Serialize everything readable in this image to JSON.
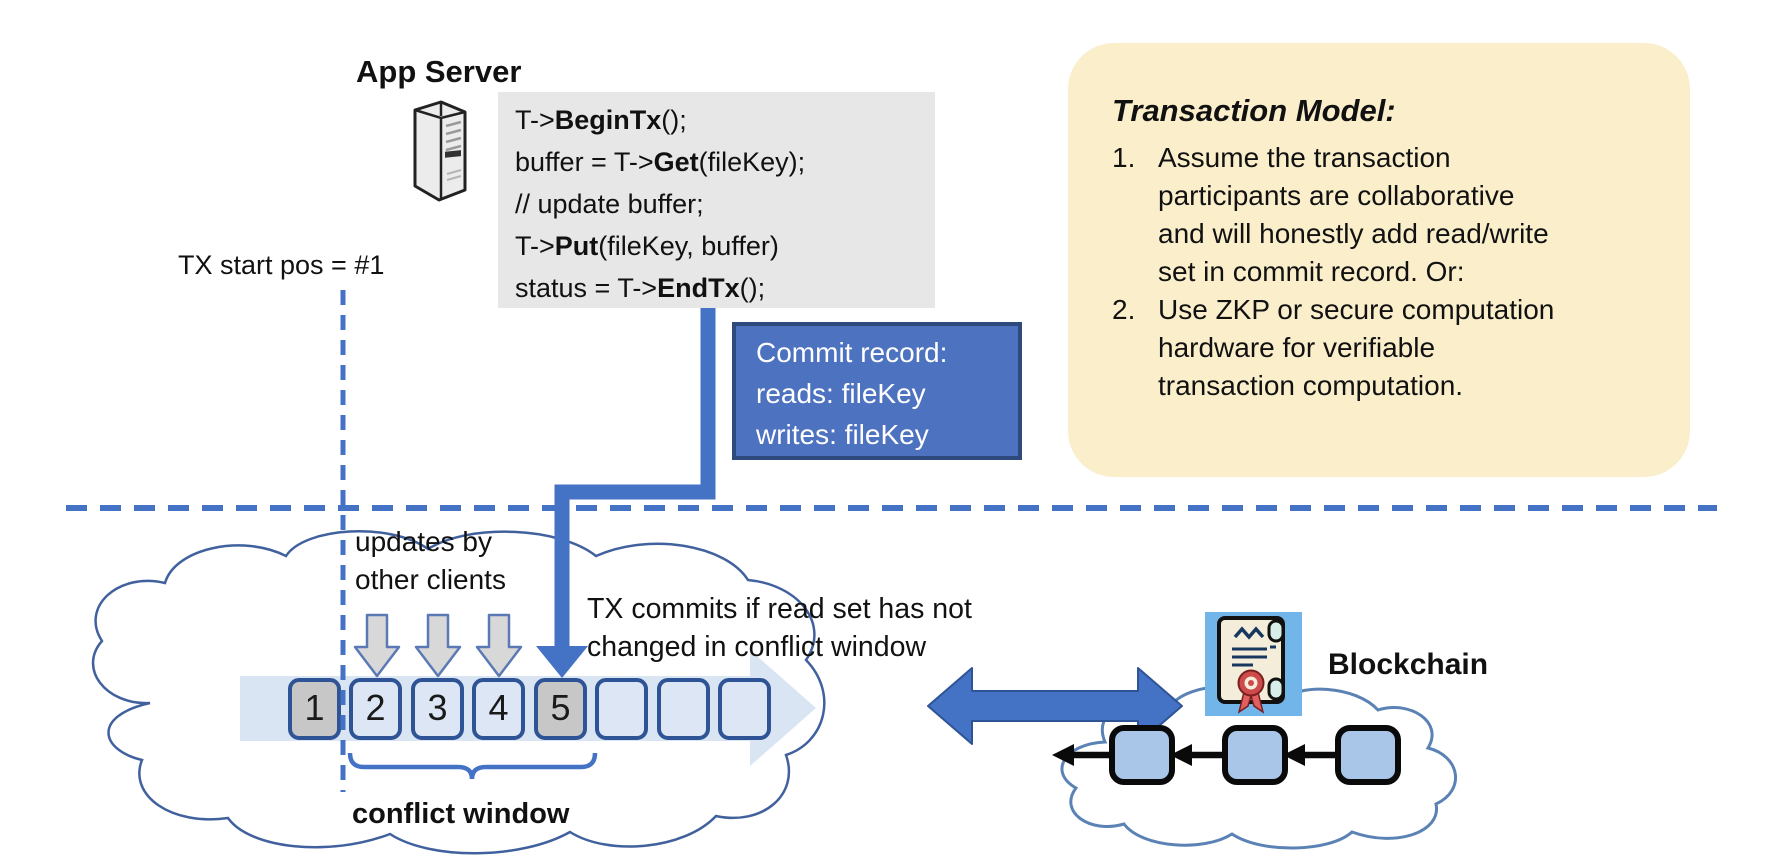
{
  "app_server": {
    "title": "App Server"
  },
  "code_block": {
    "lines": [
      [
        {
          "t": "T->"
        },
        {
          "t": "BeginTx",
          "b": true
        },
        {
          "t": "();"
        }
      ],
      [
        {
          "t": "buffer = T->"
        },
        {
          "t": "Get",
          "b": true
        },
        {
          "t": "(fileKey);"
        }
      ],
      [
        {
          "t": "// update buffer;"
        }
      ],
      [
        {
          "t": "T->"
        },
        {
          "t": "Put",
          "b": true
        },
        {
          "t": "(fileKey, buffer)"
        }
      ],
      [
        {
          "t": "status = T->"
        },
        {
          "t": "EndTx",
          "b": true
        },
        {
          "t": "();"
        }
      ]
    ]
  },
  "commit_record": {
    "lines": [
      "Commit record:",
      "reads: fileKey",
      "writes: fileKey"
    ]
  },
  "transaction_model": {
    "title": "Transaction Model:",
    "items": [
      {
        "num": "1.",
        "lines": [
          "Assume the transaction",
          "participants are collaborative",
          "and will honestly add read/write",
          "set in commit record.  Or:"
        ]
      },
      {
        "num": "2.",
        "lines": [
          "Use ZKP or secure computation",
          "hardware for verifiable",
          "transaction computation."
        ]
      }
    ]
  },
  "timeline": {
    "tx_start_label": "TX start pos = #1",
    "updates_label": [
      "updates by",
      "other clients"
    ],
    "commit_note": [
      "TX commits if read set has not",
      "changed in conflict window"
    ],
    "conflict_window_label": "conflict window",
    "blocks": [
      {
        "label": "1",
        "highlight": true
      },
      {
        "label": "2",
        "highlight": false
      },
      {
        "label": "3",
        "highlight": false
      },
      {
        "label": "4",
        "highlight": false
      },
      {
        "label": "5",
        "highlight": true
      },
      {
        "label": "",
        "highlight": false
      },
      {
        "label": "",
        "highlight": false
      },
      {
        "label": "",
        "highlight": false
      }
    ]
  },
  "blockchain": {
    "label": "Blockchain"
  },
  "colors": {
    "accent_blue": "#4472C4",
    "dark_blue_border": "#2F5496",
    "commit_fill": "#4D72C0",
    "commit_border": "#2E4A7D",
    "panel_yellow": "#FAEECB",
    "code_bg": "#E8E7E7",
    "block_gray": "#C7C7C7",
    "block_blue": "#DCE6F4",
    "cloud_stroke": "#41619E",
    "chain_block_fill": "#A9C6E8",
    "icon_bg": "#72B5E8"
  }
}
